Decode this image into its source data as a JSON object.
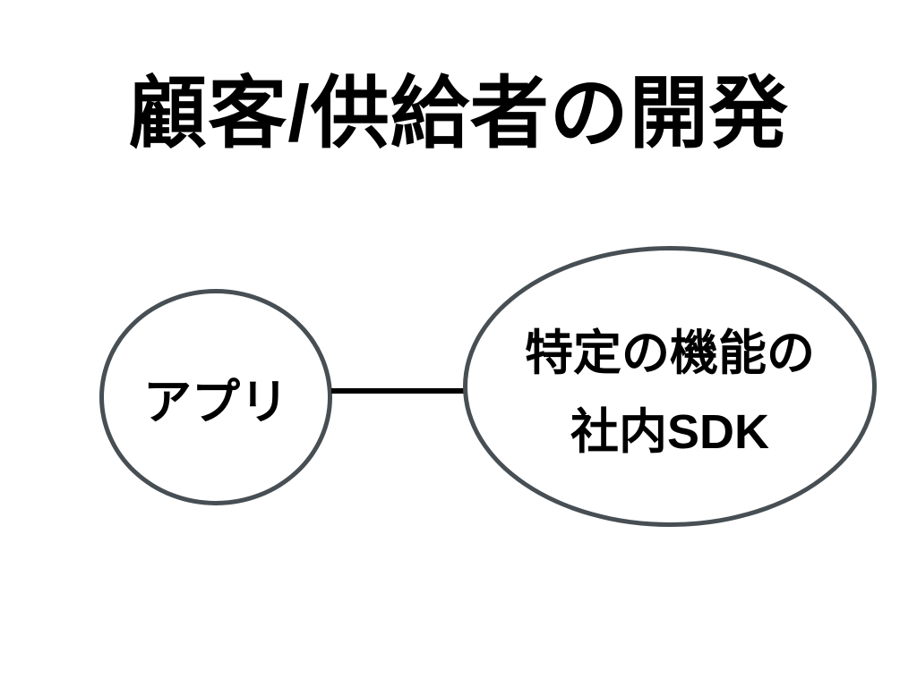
{
  "title": {
    "text": "顧客/供給者の開発",
    "color": "#000000"
  },
  "diagram": {
    "node_stroke_color": "#474f54",
    "node_fill_color": "#ffffff",
    "connector": {
      "type": "straight-line",
      "color": "#000000"
    },
    "nodes": [
      {
        "id": "app",
        "shape": "ellipse",
        "label": "アプリ"
      },
      {
        "id": "internal-sdk",
        "shape": "ellipse",
        "label_line1": "特定の機能の",
        "label_line2": "社内SDK"
      }
    ]
  }
}
